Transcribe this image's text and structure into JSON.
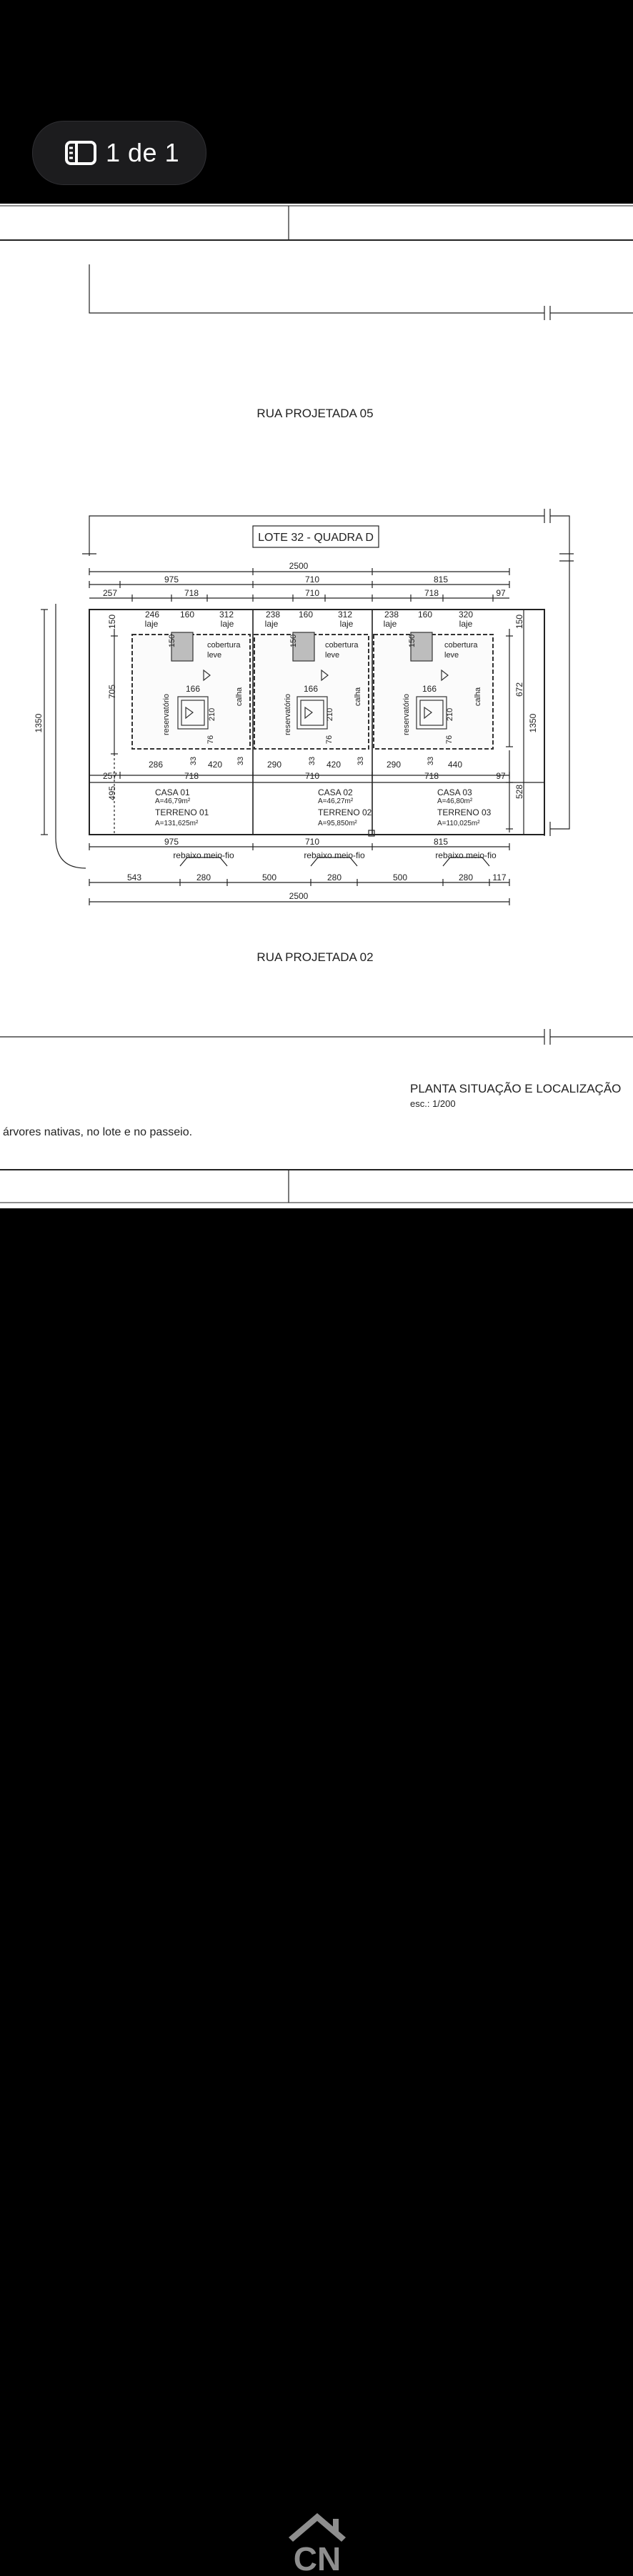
{
  "viewer": {
    "page_indicator": "1 de 1",
    "page_icon": "sidebar-icon"
  },
  "plan": {
    "street_top": "RUA PROJETADA 05",
    "street_bottom": "RUA PROJETADA 02",
    "lot_title": "LOTE 32 - QUADRA D",
    "total_width": "2500",
    "overall_depth": "1350",
    "top_segments": [
      "975",
      "710",
      "815"
    ],
    "row2": [
      "257",
      "718",
      "710",
      "718",
      "97"
    ],
    "laje_row": [
      [
        "246",
        "160",
        "312"
      ],
      [
        "238",
        "160",
        "312"
      ],
      [
        "238",
        "160",
        "320"
      ]
    ],
    "label_laje": "laje",
    "label_cobertura": "cobertura",
    "label_leve": "leve",
    "label_reservatorio": "reservatório",
    "label_calha": "calha",
    "dim_150": "150",
    "dim_166": "166",
    "dim_210": "210",
    "dim_76": "76",
    "dim_33": "33",
    "dim_705": "705",
    "dim_672": "672",
    "dim_1350_right": "1350",
    "bottom_row1": [
      "286",
      "420",
      "290",
      "420",
      "290",
      "440"
    ],
    "row3": [
      "257",
      "718",
      "710",
      "718",
      "97"
    ],
    "dim_495": "495",
    "dim_528": "528",
    "houses": [
      {
        "casa": "CASA 01",
        "area": "A=46,79m²",
        "terreno": "TERRENO 01",
        "terreno_area": "A=131,625m²"
      },
      {
        "casa": "CASA 02",
        "area": "A=46,27m²",
        "terreno": "TERRENO 02",
        "terreno_area": "A=95,850m²"
      },
      {
        "casa": "CASA 03",
        "area": "A=46,80m²",
        "terreno": "TERRENO 03",
        "terreno_area": "A=110,025m²"
      }
    ],
    "below_segments": [
      "975",
      "710",
      "815"
    ],
    "curb_label": "rebaixo meio-fio",
    "curb_dims": [
      "543",
      "280",
      "500",
      "280",
      "500",
      "280",
      "117"
    ],
    "total_bottom": "2500",
    "plan_title": "PLANTA SITUAÇÃO E LOCALIZAÇÃO",
    "scale": "esc.: 1/200",
    "note": "árvores nativas, no lote e no passeio."
  },
  "logo_text": "CN"
}
